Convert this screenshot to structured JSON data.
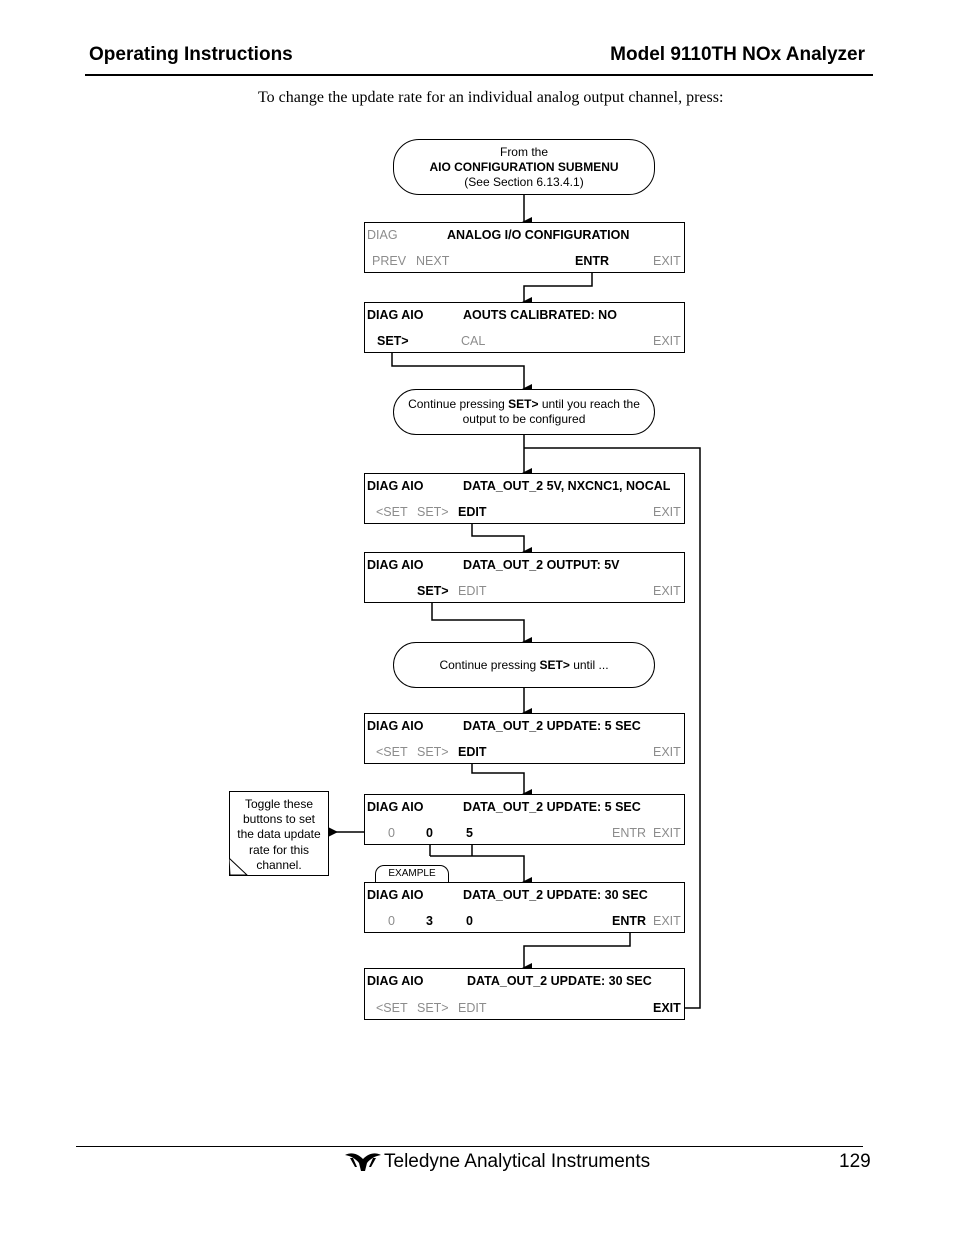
{
  "header": {
    "left": "Operating Instructions",
    "right": "Model 9110TH NOx Analyzer"
  },
  "intro_text": "To change the update rate for an individual analog output channel, press:",
  "start_oval": {
    "line1": "From the",
    "line2": "AIO CONFIGURATION SUBMENU",
    "line3": "(See Section 6.13.4.1)"
  },
  "panel1": {
    "mode": "DIAG",
    "title": "ANALOG I/O CONFIGURATION",
    "b1": "PREV",
    "b2": "NEXT",
    "b3": "ENTR",
    "b4": "EXIT"
  },
  "panel2": {
    "mode": "DIAG AIO",
    "title": "AOUTS CALIBRATED: NO",
    "b1": "SET>",
    "b2": "CAL",
    "b3": "EXIT"
  },
  "oval2": {
    "pre": "Continue pressing ",
    "key": "SET>",
    "post": " until you reach the",
    "line2": "output to be configured"
  },
  "panel3": {
    "mode": "DIAG AIO",
    "title": "DATA_OUT_2 5V, NXCNC1, NOCAL",
    "b1": "<SET",
    "b2": "SET>",
    "b3": "EDIT",
    "b4": "EXIT"
  },
  "panel4": {
    "mode": "DIAG AIO",
    "title": "DATA_OUT_2 OUTPUT: 5V",
    "b1": "SET>",
    "b2": "EDIT",
    "b3": "EXIT"
  },
  "oval3": {
    "pre": "Continue pressing ",
    "key": "SET>",
    "post": " until ..."
  },
  "panel5": {
    "mode": "DIAG AIO",
    "title": "DATA_OUT_2 UPDATE: 5 SEC",
    "b1": "<SET",
    "b2": "SET>",
    "b3": "EDIT",
    "b4": "EXIT"
  },
  "panel6": {
    "mode": "DIAG AIO",
    "title": "DATA_OUT_2 UPDATE: 5 SEC",
    "d1": "0",
    "d2": "0",
    "d3": "5",
    "b1": "ENTR",
    "b2": "EXIT"
  },
  "example_tab": "EXAMPLE",
  "panel7": {
    "mode": "DIAG AIO",
    "title": "DATA_OUT_2 UPDATE: 30 SEC",
    "d1": "0",
    "d2": "3",
    "d3": "0",
    "b1": "ENTR",
    "b2": "EXIT"
  },
  "panel8": {
    "mode": "DIAG AIO",
    "title": "DATA_OUT_2 UPDATE: 30 SEC",
    "b1": "<SET",
    "b2": "SET>",
    "b3": "EDIT",
    "b4": "EXIT"
  },
  "note": {
    "l1": "Toggle these",
    "l2": "buttons to set",
    "l3": "the data update",
    "l4": "rate for this",
    "l5": "channel."
  },
  "footer": {
    "company": "Teledyne Analytical Instruments",
    "page": "129"
  }
}
